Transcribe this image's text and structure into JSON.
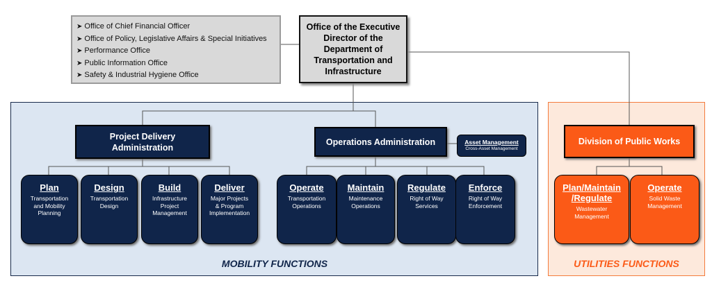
{
  "executive_support_offices": [
    "Office of Chief Financial Officer",
    "Office of Policy, Legislative Affairs & Special Initiatives",
    "Performance Office",
    "Public Information Office",
    "Safety & Industrial Hygiene Office"
  ],
  "executive": {
    "lines": [
      "Office of the Executive",
      "Director of the",
      "Department of",
      "Transportation and",
      "Infrastructure"
    ]
  },
  "mobility": {
    "section_label": "MOBILITY FUNCTIONS",
    "project_delivery": {
      "title_lines": [
        "Project Delivery",
        "Administration"
      ],
      "functions": [
        {
          "title": "Plan",
          "sub": [
            "Transportation",
            "and Mobility",
            "Planning"
          ]
        },
        {
          "title": "Design",
          "sub": [
            "Transportation",
            "Design"
          ]
        },
        {
          "title": "Build",
          "sub": [
            "Infrastructure",
            "Project",
            "Management"
          ]
        },
        {
          "title": "Deliver",
          "sub": [
            "Major Projects",
            "& Program",
            "Implementation"
          ]
        }
      ]
    },
    "operations": {
      "title": "Operations Administration",
      "asset": {
        "title": "Asset Management",
        "sub": "Cross-Asset Management"
      },
      "functions": [
        {
          "title": "Operate",
          "sub": [
            "Transportation",
            "Operations"
          ]
        },
        {
          "title": "Maintain",
          "sub": [
            "Maintenance",
            "Operations"
          ]
        },
        {
          "title": "Regulate",
          "sub": [
            "Right of Way",
            "Services"
          ]
        },
        {
          "title": "Enforce",
          "sub": [
            "Right of Way",
            "Enforcement"
          ]
        }
      ]
    }
  },
  "utilities": {
    "section_label": "UTILITIES FUNCTIONS",
    "public_works": {
      "title": "Division of Public Works"
    },
    "functions": [
      {
        "title": [
          "Plan/Maintain",
          "/Regulate"
        ],
        "sub": [
          "Wastewater",
          "Management"
        ]
      },
      {
        "title": [
          "Operate"
        ],
        "sub": [
          "Solid Waste",
          "Management"
        ]
      }
    ]
  },
  "colors": {
    "navy": "#10254a",
    "orange": "#fb5a17",
    "mobility_bg": "#dce6f2",
    "utilities_bg": "#fde9dc",
    "gray": "#d9d9d9"
  }
}
